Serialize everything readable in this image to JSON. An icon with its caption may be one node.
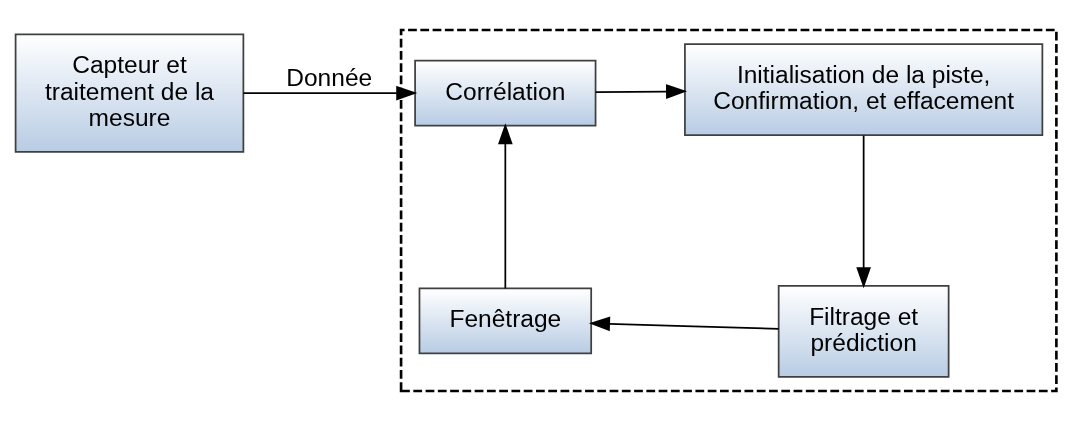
{
  "diagram": {
    "nodes": [
      {
        "text": [
          "Capteur et traitement de la mesure"
        ]
      },
      {
        "text": [],
        "shape": "box"
      },
      {
        "text": [
          "Corrélation"
        ],
        "in": 1
      },
      {
        "text": [
          "Initialisation de la piste, Confirmation, et effacement"
        ],
        "in": 1
      },
      {
        "text": [
          "Filtrage et prédiction"
        ],
        "in": 1
      },
      {
        "text": [
          "Fenêtrage"
        ],
        "in": 1
      }
    ],
    "edges": [
      {
        "from": 0,
        "to": 2,
        "arrow": "to",
        "label": "Donnée"
      },
      {
        "from": 2,
        "to": 3,
        "arrow": "to"
      },
      {
        "from": 3,
        "to": 4,
        "arrow": "to"
      },
      {
        "from": 4,
        "to": 5,
        "arrow": "to"
      },
      {
        "from": 5,
        "to": 2,
        "arrow": "to"
      }
    ]
  }
}
